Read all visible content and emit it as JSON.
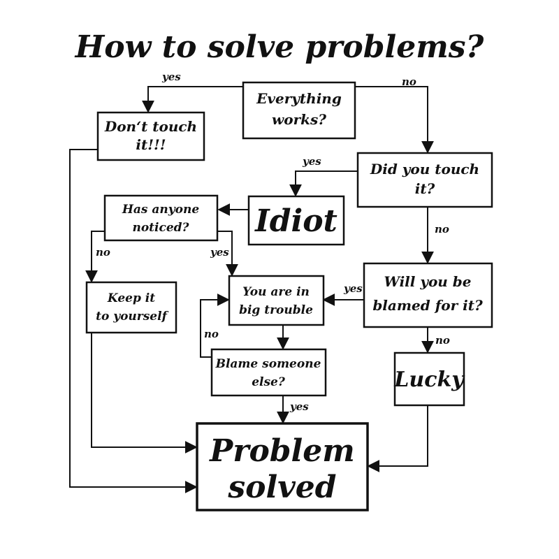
{
  "title": "How to solve problems?",
  "nodes": {
    "everything_works": [
      "Everything",
      "works?"
    ],
    "dont_touch": [
      "Don‘t touch",
      "it!!!"
    ],
    "did_you_touch": [
      "Did you touch",
      "it?"
    ],
    "idiot": [
      "Idiot"
    ],
    "has_anyone_noticed": [
      "Has anyone",
      "noticed?"
    ],
    "keep_it": [
      "Keep it",
      "to yourself"
    ],
    "you_are_in": [
      "You are in",
      "big trouble"
    ],
    "will_you_be_blamed": [
      "Will you be",
      "blamed for it?"
    ],
    "blame_someone": [
      "Blame someone",
      "else?"
    ],
    "lucky": [
      "Lucky"
    ],
    "problem_solved": [
      "Problem",
      "solved"
    ]
  },
  "edge_labels": {
    "works_yes": "yes",
    "works_no": "no",
    "touch_yes": "yes",
    "touch_no": "no",
    "noticed_no": "no",
    "noticed_yes": "yes",
    "blamed_yes": "yes",
    "blamed_no": "no",
    "blame_no": "no",
    "blame_yes": "yes"
  },
  "colors": {
    "ink": "#111111",
    "background": "#ffffff"
  }
}
